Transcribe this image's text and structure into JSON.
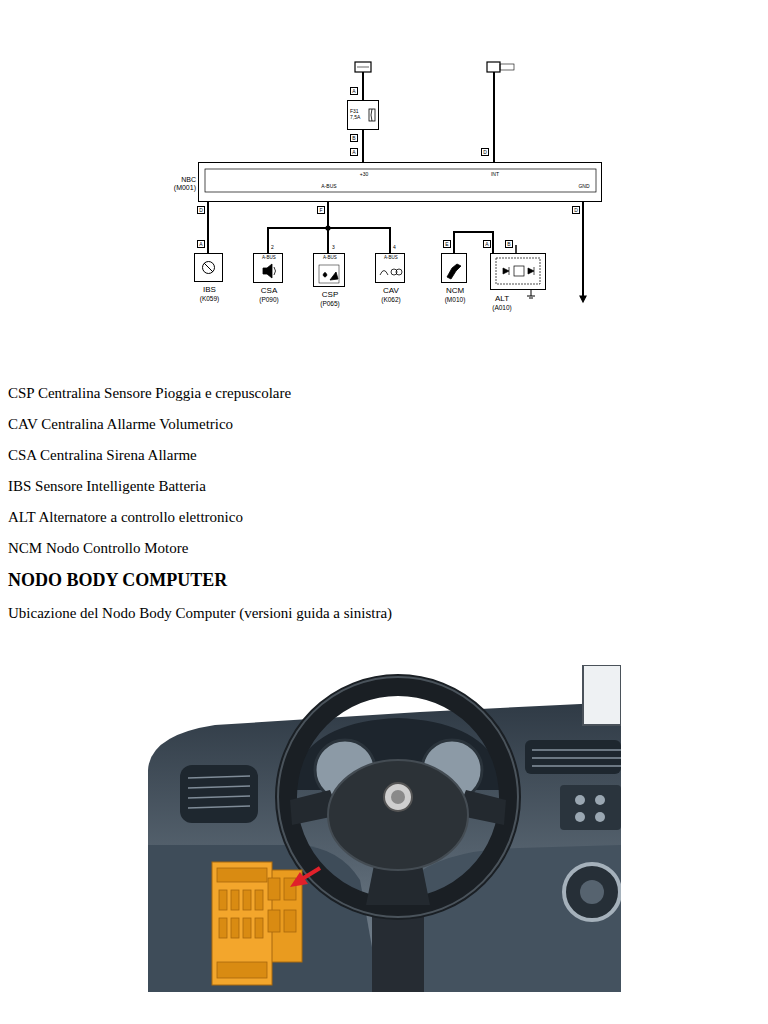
{
  "diagram": {
    "title": "NODO BODY COMPUTER",
    "caption": "Ubicazione del Nodo Body Computer (versioni guida a sinistra)",
    "nodes": [
      {
        "text": [
          "NBC (M001)",
          "+30",
          "INT",
          "A-BUS",
          "GND"
        ]
      },
      {
        "text": [
          "F31 7,5A"
        ]
      },
      {
        "text": [
          "IBS",
          "(K059)"
        ]
      },
      {
        "text": [
          "A-BUS",
          "CSA",
          "(P090)"
        ]
      },
      {
        "text": [
          "A-BUS",
          "CSP",
          "(P065)"
        ]
      },
      {
        "text": [
          "A-BUS",
          "CAV",
          "(K062)"
        ]
      },
      {
        "text": [
          "NCM",
          "(M010)"
        ]
      },
      {
        "text": [
          "ALT",
          "(A010)"
        ]
      }
    ],
    "edges": [
      {
        "from": 1,
        "to": 0,
        "arrow": "none"
      },
      {
        "from": 0,
        "to": 2,
        "arrow": "none"
      },
      {
        "from": 0,
        "to": 3,
        "arrow": "none"
      },
      {
        "from": 0,
        "to": 4,
        "arrow": "none"
      },
      {
        "from": 0,
        "to": 5,
        "arrow": "none"
      },
      {
        "from": 6,
        "to": 7,
        "arrow": "none"
      }
    ],
    "labels": [
      "A",
      "B",
      "A",
      "D",
      "D",
      "F",
      "D",
      "A",
      "2",
      "3",
      "4",
      "E",
      "A",
      "B",
      "CSP Centralina Sensore Pioggia e crepuscolare",
      "CAV Centralina Allarme Volumetrico",
      "CSA Centralina Sirena Allarme",
      "IBS Sensore Intelligente Batteria",
      "ALT Alternatore a controllo elettronico",
      "NCM Nodo Controllo Motore"
    ]
  }
}
